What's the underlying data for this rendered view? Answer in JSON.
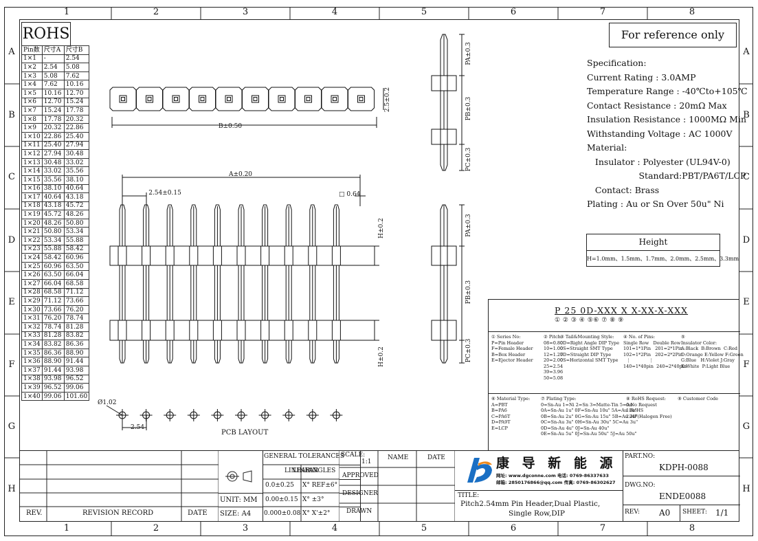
{
  "zones": {
    "columns": [
      "1",
      "2",
      "3",
      "4",
      "5",
      "6",
      "7",
      "8"
    ],
    "rows": [
      "A",
      "B",
      "C",
      "D",
      "E",
      "F",
      "G",
      "H"
    ]
  },
  "rohs": "ROHS",
  "reference": "For reference only",
  "pin_table": {
    "headers": [
      "Pin数",
      "尺寸A",
      "尺寸B"
    ],
    "rows": [
      [
        "1×1",
        "-",
        "2.54"
      ],
      [
        "1×2",
        "2.54",
        "5.08"
      ],
      [
        "1×3",
        "5.08",
        "7.62"
      ],
      [
        "1×4",
        "7.62",
        "10.16"
      ],
      [
        "1×5",
        "10.16",
        "12.70"
      ],
      [
        "1×6",
        "12.70",
        "15.24"
      ],
      [
        "1×7",
        "15.24",
        "17.78"
      ],
      [
        "1×8",
        "17.78",
        "20.32"
      ],
      [
        "1×9",
        "20.32",
        "22.86"
      ],
      [
        "1×10",
        "22.86",
        "25.40"
      ],
      [
        "1×11",
        "25.40",
        "27.94"
      ],
      [
        "1×12",
        "27.94",
        "30.48"
      ],
      [
        "1×13",
        "30.48",
        "33.02"
      ],
      [
        "1×14",
        "33.02",
        "35.56"
      ],
      [
        "1×15",
        "35.56",
        "38.10"
      ],
      [
        "1×16",
        "38.10",
        "40.64"
      ],
      [
        "1×17",
        "40.64",
        "43.18"
      ],
      [
        "1×18",
        "43.18",
        "45.72"
      ],
      [
        "1×19",
        "45.72",
        "48.26"
      ],
      [
        "1×20",
        "48.26",
        "50.80"
      ],
      [
        "1×21",
        "50.80",
        "53.34"
      ],
      [
        "1×22",
        "53.34",
        "55.88"
      ],
      [
        "1×23",
        "55.88",
        "58.42"
      ],
      [
        "1×24",
        "58.42",
        "60.96"
      ],
      [
        "1×25",
        "60.96",
        "63.50"
      ],
      [
        "1×26",
        "63.50",
        "66.04"
      ],
      [
        "1×27",
        "66.04",
        "68.58"
      ],
      [
        "1×28",
        "68.58",
        "71.12"
      ],
      [
        "1×29",
        "71.12",
        "73.66"
      ],
      [
        "1×30",
        "73.66",
        "76.20"
      ],
      [
        "1×31",
        "76.20",
        "78.74"
      ],
      [
        "1×32",
        "78.74",
        "81.28"
      ],
      [
        "1×33",
        "81.28",
        "83.82"
      ],
      [
        "1×34",
        "83.82",
        "86.36"
      ],
      [
        "1×35",
        "86.36",
        "88.90"
      ],
      [
        "1×36",
        "88.90",
        "91.44"
      ],
      [
        "1×37",
        "91.44",
        "93.98"
      ],
      [
        "1×38",
        "93.98",
        "96.52"
      ],
      [
        "1×39",
        "96.52",
        "99.06"
      ],
      [
        "1×40",
        "99.06",
        "101.60"
      ]
    ]
  },
  "dims": {
    "b": "B±0.50",
    "a": "A±0.20",
    "pitch": "2.54±0.15",
    "square": "□ 0.64",
    "w25": "2.5±0.2",
    "pa": "PA±0.3",
    "pb": "PB±0.3",
    "pc": "PC±0.3",
    "h": "H±0.2",
    "hole": "Ø1.02",
    "pcb_pitch": "2.54",
    "pcb_layout": "PCB LAYOUT"
  },
  "spec": {
    "lines": [
      "Specification:",
      "Current Rating : 3.0AMP",
      "Temperature Range : -40℃to+105℃",
      "Contact Resistance : 20mΩ Max",
      "Insulation Resistance : 1000MΩ Min",
      "Withstanding Voltage : AC 1000V",
      "Material:",
      "   Insulator : Polyester (UL94V-0)",
      "                   Standard:PBT/PA6T/LCP",
      "   Contact: Brass",
      "Plating : Au or Sn Over 50u\" Ni"
    ]
  },
  "height": {
    "title": "Height",
    "values": "H=1.0mm、1.5mm、1.7mm、2.0mm、2.5mm、3.3mm"
  },
  "part_code": {
    "code": "P 25 0D-XXX X X-XX-X-XXX",
    "markers": "① ② ③   ④   ⑤⑥  ⑦   ⑧   ⑨",
    "g1": [
      "① Series No:",
      "P=Pin Header",
      "F=Female Header",
      "B=Box Header",
      "E=Ejector Header"
    ],
    "g2": [
      "② Pitch:",
      "08=0.80",
      "10=1.00",
      "12=1.27",
      "20=2.00",
      "25=2.54",
      "39=3.96",
      "50=5.08"
    ],
    "g3": [
      "③ Tail&Mounting Style:",
      "0D=Right Angle DIP Type",
      "0S=Straight SMT Type",
      "0D=Straight DIP Type",
      "0S=Horizontal SMT Type"
    ],
    "g4": [
      "④ No. of Pins:",
      "Single Row   Double Row",
      "101=1*1Pin   201=2*1Pin",
      "102=1*2Pin   202=2*2Pin",
      "  ⋮             ⋮",
      "140=1*40pin  240=2*40pin"
    ],
    "g5": [
      "⑤",
      "Insulator Color:",
      "A:Black  B:Brown  C:Red",
      "D:Orange E:Yellow F:Green",
      "G:Blue   H:Violet J:Gray",
      "K:White  P:Light Blue"
    ],
    "g6": [
      "⑥ Material Type:",
      "A=PBT",
      "B=PA6",
      "C=PA6T",
      "D=PA9T",
      "E=LCP"
    ],
    "g7": [
      "⑦ Plating Type:",
      "0A=Sn-Au 1u\" 0F=Sn-Au 10u\" 5A=Au 1u\"",
      "0B=Sn-Au 2u\" 0G=Sn-Au 15u\" 5B=Au 2u\"",
      "0C=Sn-Au 3u\" 0H=Sn-Au 30u\" 5C=Au 3u\"",
      "0D=Sn-Au 4u\" 0J=Sn-Au 40u\"",
      "0E=Sn-Au 5u\" 0J=Sn-Au 50u\" 5J=Au 50u\""
    ],
    "g7_head": [
      "0=Sn-Au 1=Ni 2=Sn 3=Matte-Tin 5=Au"
    ],
    "g8": [
      "⑧ RoHS Request:",
      "0:No Request",
      "1:RoHS",
      "2:HF(Halogen Free)"
    ],
    "g9": [
      "⑨ Customer Code"
    ]
  },
  "title_block": {
    "rev_label": "REV.",
    "revision_record": "REVISION RECORD",
    "date": "DATE",
    "general_tolerances": "GENERAL TOLERANCES",
    "linear": "LINEAR",
    "angles": "ANGLES",
    "t1": "0.0±0.25",
    "t2": "0.00±0.15",
    "t3": "0.000±0.08",
    "a1": "X° REF±6°",
    "a2": "X° ±3°",
    "a3": "X° X'±2°",
    "unit": "UNIT: MM",
    "size": "SIZE: A4",
    "scale_label": "SCALE:",
    "scale": "1:1",
    "approved": "APPROVED",
    "designer": "DESIGNER",
    "drawn": "DRAWN",
    "name": "NAME",
    "company": "康 导 新 能 源",
    "web": "网址: www.dgconne.com  电话: 0769-86337633",
    "mail": "邮箱: 2850176866@qq.com 传真: 0769-86302627",
    "title_label": "TITLE:",
    "title": "Pitch2.54mm Pin Header,Dual Plastic,",
    "title2": "Single Row,DIP",
    "part_no_label": "PART.NO:",
    "part_no": "KDPH-0088",
    "dwg_no_label": "DWG.NO:",
    "dwg_no": "ENDE0088",
    "rev_label2": "REV:",
    "rev": "A0",
    "sheet_label": "SHEET:",
    "sheet": "1/1"
  },
  "colors": {
    "logo_blue": "#1a6fc4",
    "logo_orange": "#f08a1c"
  }
}
